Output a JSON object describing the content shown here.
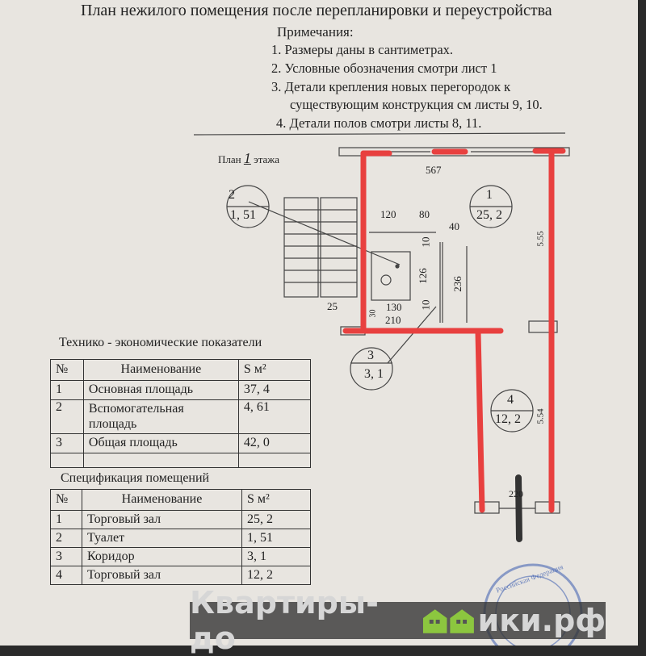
{
  "title": "План нежилого помещения после перепланировки и переустройства",
  "notes": {
    "heading": "Примечания:",
    "items": [
      "1.  Размеры даны  в сантиметрах.",
      "2.  Условные обозначения смотри  лист 1",
      "3.  Детали крепления новых перегородок к",
      "существующим конструкция см листы 9, 10.",
      "4.  Детали полов смотри  листы  8, 11."
    ]
  },
  "plan": {
    "label_prefix": "План",
    "floor": "1",
    "label_suffix": "этажа",
    "rooms": [
      {
        "num": "1",
        "area": "25, 2"
      },
      {
        "num": "2",
        "area": "1, 51"
      },
      {
        "num": "3",
        "area": "3, 1"
      },
      {
        "num": "4",
        "area": "12, 2"
      }
    ],
    "dims": [
      "567",
      "120",
      "80",
      "40",
      "10",
      "126",
      "10",
      "236",
      "5.55",
      "25",
      "130",
      "210",
      "5.54",
      "220",
      "30"
    ],
    "colors": {
      "red_wall": "#e8403f",
      "marker": "#333333"
    }
  },
  "tech": {
    "heading": "Технико - экономические   показатели",
    "headers": [
      "№",
      "Наименование",
      "S м²"
    ],
    "rows": [
      [
        "1",
        "Основная площадь",
        "37, 4"
      ],
      [
        "2",
        "Вспомогательная площадь",
        "4, 61"
      ],
      [
        "3",
        "Общая площадь",
        "42, 0"
      ],
      [
        "",
        "",
        ""
      ]
    ]
  },
  "spec": {
    "heading": "Спецификация  помещений",
    "headers": [
      "№",
      "Наименование",
      "S м²"
    ],
    "rows": [
      [
        "1",
        "Торговый зал",
        "25, 2"
      ],
      [
        "2",
        "Туалет",
        "1, 51"
      ],
      [
        "3",
        "Коридор",
        "3, 1"
      ],
      [
        "4",
        "Торговый зал",
        "12, 2"
      ]
    ]
  },
  "stamp": {
    "text": "Российская Федерация"
  },
  "watermark": {
    "left": "Квартиры-до",
    "right": "ики.рф",
    "accent": "#8cc63f"
  }
}
